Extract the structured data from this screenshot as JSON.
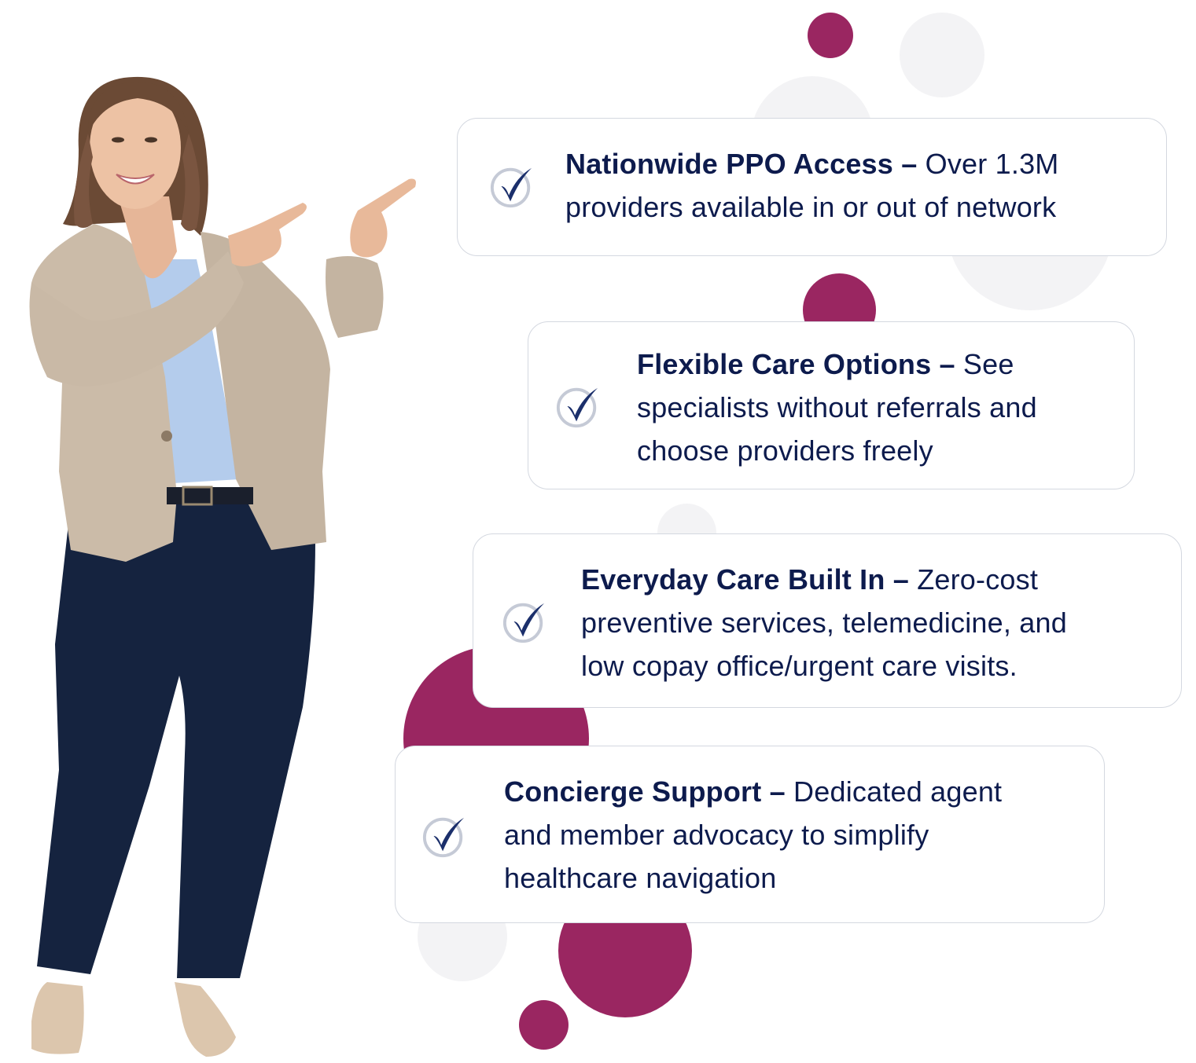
{
  "colors": {
    "accent_plum": "#9a2661",
    "soft_gray": "#f3f3f5",
    "text_navy": "#0d1b4d",
    "check_navy": "#1b2f6b",
    "check_ring": "#c5cad6",
    "card_border": "#d4d8e0"
  },
  "hero_image": {
    "subject": "smiling-woman-pointing-right",
    "outfit": "beige blazer, light blue top, navy trousers, nude heels"
  },
  "features": [
    {
      "icon": "check-circle-icon",
      "title": "Nationwide PPO Access –",
      "lines": [
        "Over 1.3M",
        "providers available in or out of network"
      ]
    },
    {
      "icon": "check-circle-icon",
      "title": "Flexible Care Options –",
      "lines": [
        "See",
        "specialists without referrals and",
        "choose providers freely"
      ]
    },
    {
      "icon": "check-circle-icon",
      "title": "Everyday Care Built In –",
      "lines": [
        "Zero-cost",
        "preventive services, telemedicine, and",
        "low copay office/urgent care visits."
      ]
    },
    {
      "icon": "check-circle-icon",
      "title": "Concierge Support –",
      "lines": [
        "Dedicated agent",
        "and member advocacy to simplify",
        "healthcare navigation"
      ]
    }
  ]
}
